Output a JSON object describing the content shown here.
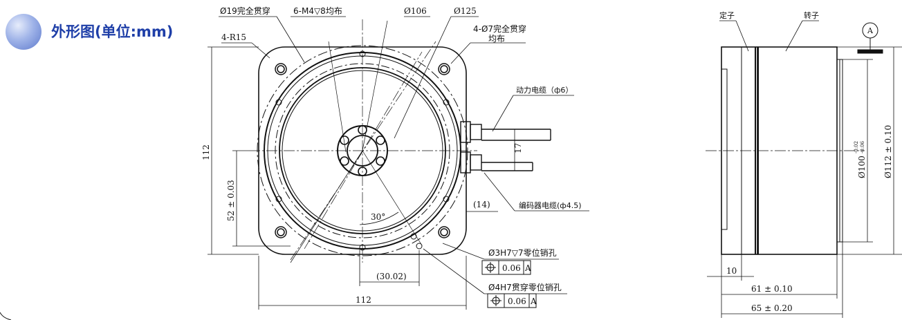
{
  "header": {
    "title": "外形图(单位:mm)"
  },
  "front_view": {
    "thru_19": "Ø19完全贯穿",
    "tap_holes": "6-M4▽8均布",
    "dia_106": "Ø106",
    "dia_125": "Ø125",
    "corner_radius": "4-R15",
    "mount_holes_l1": "4-Ø7完全贯穿",
    "mount_holes_l2": "均布",
    "power_cable": "动力电缆（ф6）",
    "encoder_cable": "编码器电缆(ф4.5)",
    "dim_17": "17",
    "dim_14": "(14)",
    "height_112": "112",
    "height_52": "52  ± 0.03",
    "angle_30": "30°",
    "dim_3002": "(30.02)",
    "width_112": "112",
    "pin1_label": "Ø3H7▽7零位销孔",
    "pin1_tol": "0.06",
    "pin1_ref": "A",
    "pin2_label": "Ø4H7贯穿零位销孔",
    "pin2_tol": "0.06",
    "pin2_ref": "A"
  },
  "side_view": {
    "stator": "定子",
    "rotor": "转子",
    "datum": "A",
    "dia_100": "Ø100",
    "dia_100_upper": "-0.02",
    "dia_100_lower": "-0.06",
    "dia_112": "Ø112  ± 0.10",
    "dim_10": "10",
    "dim_61": "61  ± 0.10",
    "dim_65": "65  ± 0.20"
  }
}
